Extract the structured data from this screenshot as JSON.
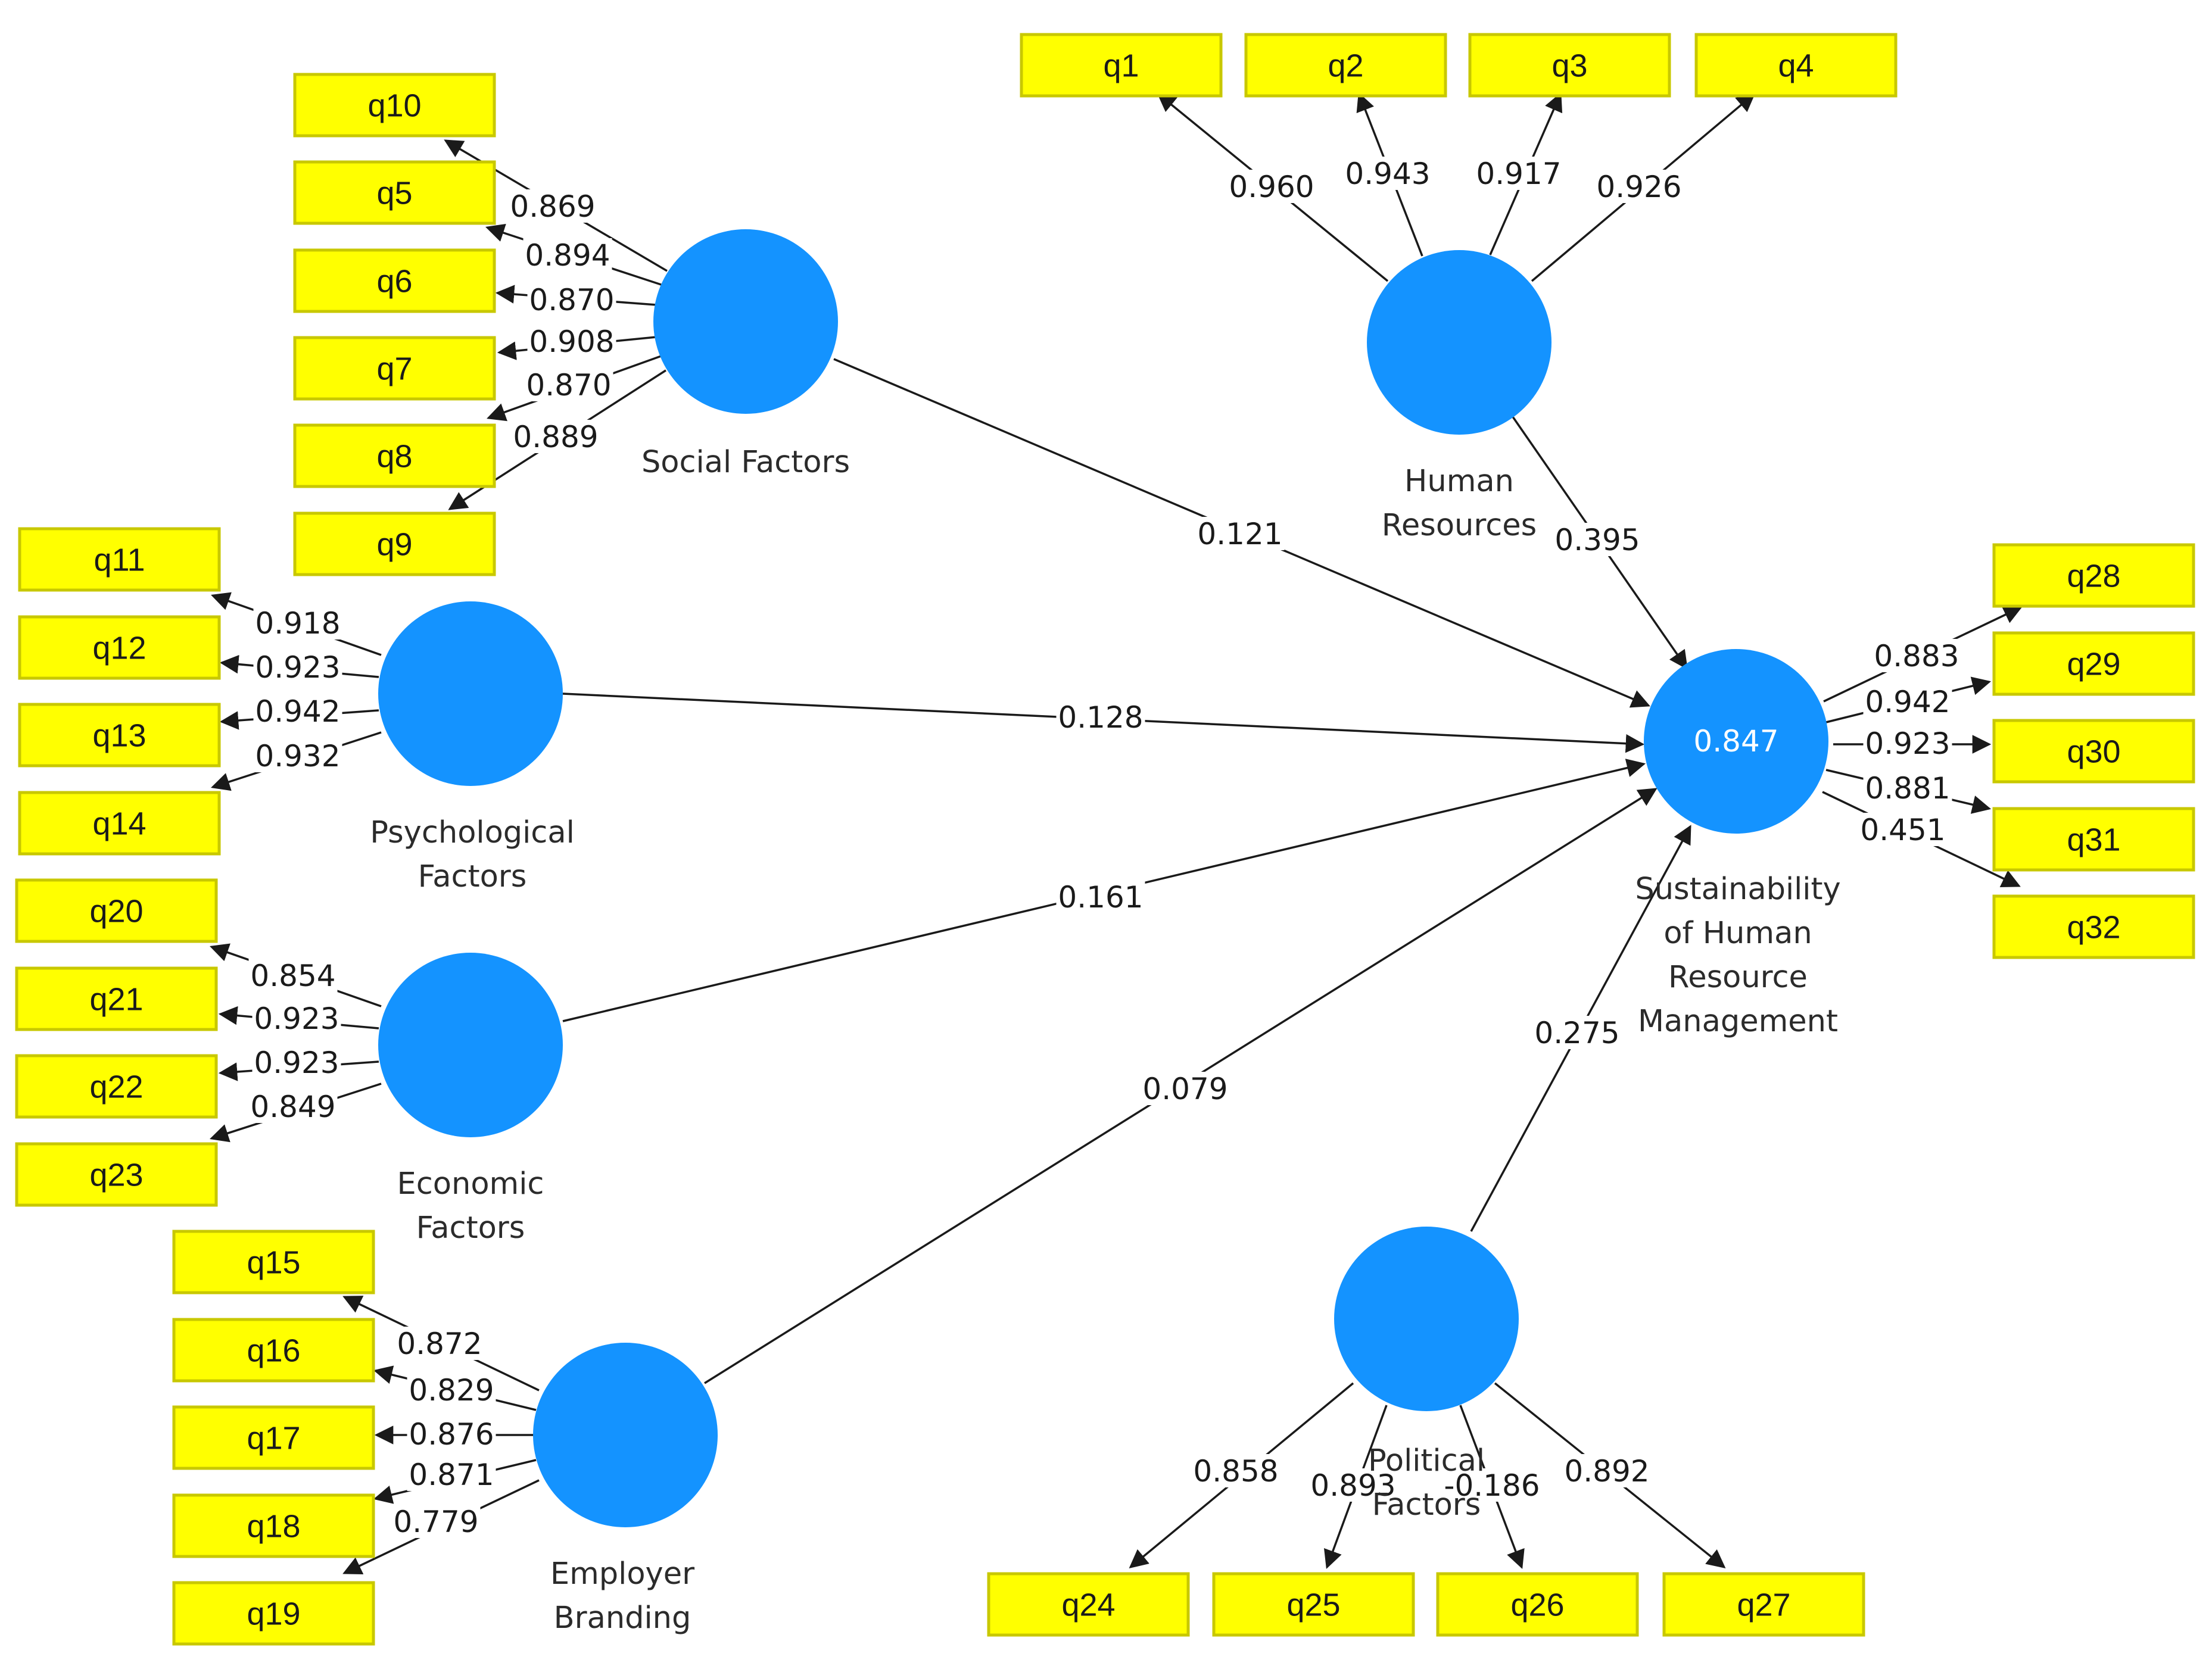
{
  "latents": [
    {
      "id": "SF",
      "label": [
        "Social Factors"
      ]
    },
    {
      "id": "HR",
      "label": [
        "Human",
        "Resources"
      ]
    },
    {
      "id": "PF",
      "label": [
        "Psychological",
        "Factors"
      ]
    },
    {
      "id": "EF",
      "label": [
        "Economic",
        "Factors"
      ]
    },
    {
      "id": "EB",
      "label": [
        "Employer",
        "Branding"
      ]
    },
    {
      "id": "POL",
      "label": [
        "Political",
        "Factors"
      ]
    },
    {
      "id": "SHRM",
      "label": [
        "Sustainability",
        "of Human",
        "Resource",
        "Management"
      ],
      "r2": "0.847"
    }
  ],
  "indicators": [
    {
      "id": "q1",
      "label": "q1"
    },
    {
      "id": "q2",
      "label": "q2"
    },
    {
      "id": "q3",
      "label": "q3"
    },
    {
      "id": "q4",
      "label": "q4"
    },
    {
      "id": "q5",
      "label": "q5"
    },
    {
      "id": "q6",
      "label": "q6"
    },
    {
      "id": "q7",
      "label": "q7"
    },
    {
      "id": "q8",
      "label": "q8"
    },
    {
      "id": "q9",
      "label": "q9"
    },
    {
      "id": "q10",
      "label": "q10"
    },
    {
      "id": "q11",
      "label": "q11"
    },
    {
      "id": "q12",
      "label": "q12"
    },
    {
      "id": "q13",
      "label": "q13"
    },
    {
      "id": "q14",
      "label": "q14"
    },
    {
      "id": "q15",
      "label": "q15"
    },
    {
      "id": "q16",
      "label": "q16"
    },
    {
      "id": "q17",
      "label": "q17"
    },
    {
      "id": "q18",
      "label": "q18"
    },
    {
      "id": "q19",
      "label": "q19"
    },
    {
      "id": "q20",
      "label": "q20"
    },
    {
      "id": "q21",
      "label": "q21"
    },
    {
      "id": "q22",
      "label": "q22"
    },
    {
      "id": "q23",
      "label": "q23"
    },
    {
      "id": "q24",
      "label": "q24"
    },
    {
      "id": "q25",
      "label": "q25"
    },
    {
      "id": "q26",
      "label": "q26"
    },
    {
      "id": "q27",
      "label": "q27"
    },
    {
      "id": "q28",
      "label": "q28"
    },
    {
      "id": "q29",
      "label": "q29"
    },
    {
      "id": "q30",
      "label": "q30"
    },
    {
      "id": "q31",
      "label": "q31"
    },
    {
      "id": "q32",
      "label": "q32"
    }
  ],
  "outer_loadings": [
    {
      "latent": "SF",
      "indicator": "q10",
      "value": "0.869"
    },
    {
      "latent": "SF",
      "indicator": "q5",
      "value": "0.894"
    },
    {
      "latent": "SF",
      "indicator": "q6",
      "value": "0.870"
    },
    {
      "latent": "SF",
      "indicator": "q7",
      "value": "0.908"
    },
    {
      "latent": "SF",
      "indicator": "q8",
      "value": "0.870"
    },
    {
      "latent": "SF",
      "indicator": "q9",
      "value": "0.889"
    },
    {
      "latent": "HR",
      "indicator": "q1",
      "value": "0.960"
    },
    {
      "latent": "HR",
      "indicator": "q2",
      "value": "0.943"
    },
    {
      "latent": "HR",
      "indicator": "q3",
      "value": "0.917"
    },
    {
      "latent": "HR",
      "indicator": "q4",
      "value": "0.926"
    },
    {
      "latent": "PF",
      "indicator": "q11",
      "value": "0.918"
    },
    {
      "latent": "PF",
      "indicator": "q12",
      "value": "0.923"
    },
    {
      "latent": "PF",
      "indicator": "q13",
      "value": "0.942"
    },
    {
      "latent": "PF",
      "indicator": "q14",
      "value": "0.932"
    },
    {
      "latent": "EF",
      "indicator": "q20",
      "value": "0.854"
    },
    {
      "latent": "EF",
      "indicator": "q21",
      "value": "0.923"
    },
    {
      "latent": "EF",
      "indicator": "q22",
      "value": "0.923"
    },
    {
      "latent": "EF",
      "indicator": "q23",
      "value": "0.849"
    },
    {
      "latent": "EB",
      "indicator": "q15",
      "value": "0.872"
    },
    {
      "latent": "EB",
      "indicator": "q16",
      "value": "0.829"
    },
    {
      "latent": "EB",
      "indicator": "q17",
      "value": "0.876"
    },
    {
      "latent": "EB",
      "indicator": "q18",
      "value": "0.871"
    },
    {
      "latent": "EB",
      "indicator": "q19",
      "value": "0.779"
    },
    {
      "latent": "POL",
      "indicator": "q24",
      "value": "0.858"
    },
    {
      "latent": "POL",
      "indicator": "q25",
      "value": "0.893"
    },
    {
      "latent": "POL",
      "indicator": "q26",
      "value": "-0.186"
    },
    {
      "latent": "POL",
      "indicator": "q27",
      "value": "0.892"
    },
    {
      "latent": "SHRM",
      "indicator": "q28",
      "value": "0.883"
    },
    {
      "latent": "SHRM",
      "indicator": "q29",
      "value": "0.942"
    },
    {
      "latent": "SHRM",
      "indicator": "q30",
      "value": "0.923"
    },
    {
      "latent": "SHRM",
      "indicator": "q31",
      "value": "0.881"
    },
    {
      "latent": "SHRM",
      "indicator": "q32",
      "value": "0.451"
    }
  ],
  "paths": [
    {
      "from": "SF",
      "to": "SHRM",
      "value": "0.121"
    },
    {
      "from": "HR",
      "to": "SHRM",
      "value": "0.395"
    },
    {
      "from": "PF",
      "to": "SHRM",
      "value": "0.128"
    },
    {
      "from": "EF",
      "to": "SHRM",
      "value": "0.161"
    },
    {
      "from": "EB",
      "to": "SHRM",
      "value": "0.079"
    },
    {
      "from": "POL",
      "to": "SHRM",
      "value": "0.275"
    }
  ],
  "colors": {
    "latent_fill": "#1493ff",
    "indicator_fill": "#ffff00",
    "line": "#1a1a1a"
  }
}
